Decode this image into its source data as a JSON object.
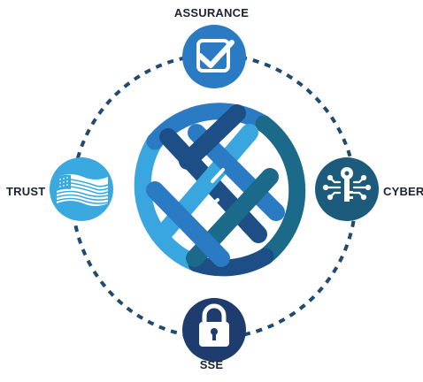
{
  "labels": {
    "top": "ASSURANCE",
    "left": "TRUST",
    "right": "CYBER",
    "bottom": "SSE"
  },
  "icons": {
    "top": "checkmark-icon",
    "left": "us-flag-icon",
    "right": "circuit-key-icon",
    "bottom": "padlock-icon",
    "center": "celtic-knot-logo"
  },
  "colors": {
    "ring_dash": "#1f4b6e",
    "assurance_blue": "#2a7bc4",
    "trust_light_blue": "#39a9e0",
    "cyber_teal": "#1d5b7c",
    "sse_navy": "#1f3c6e",
    "knot_dark": "#1d4f86",
    "knot_mid": "#2a7bc4",
    "knot_light": "#3aa6df",
    "knot_teal": "#1b6a8a",
    "text": "#1b2430"
  }
}
